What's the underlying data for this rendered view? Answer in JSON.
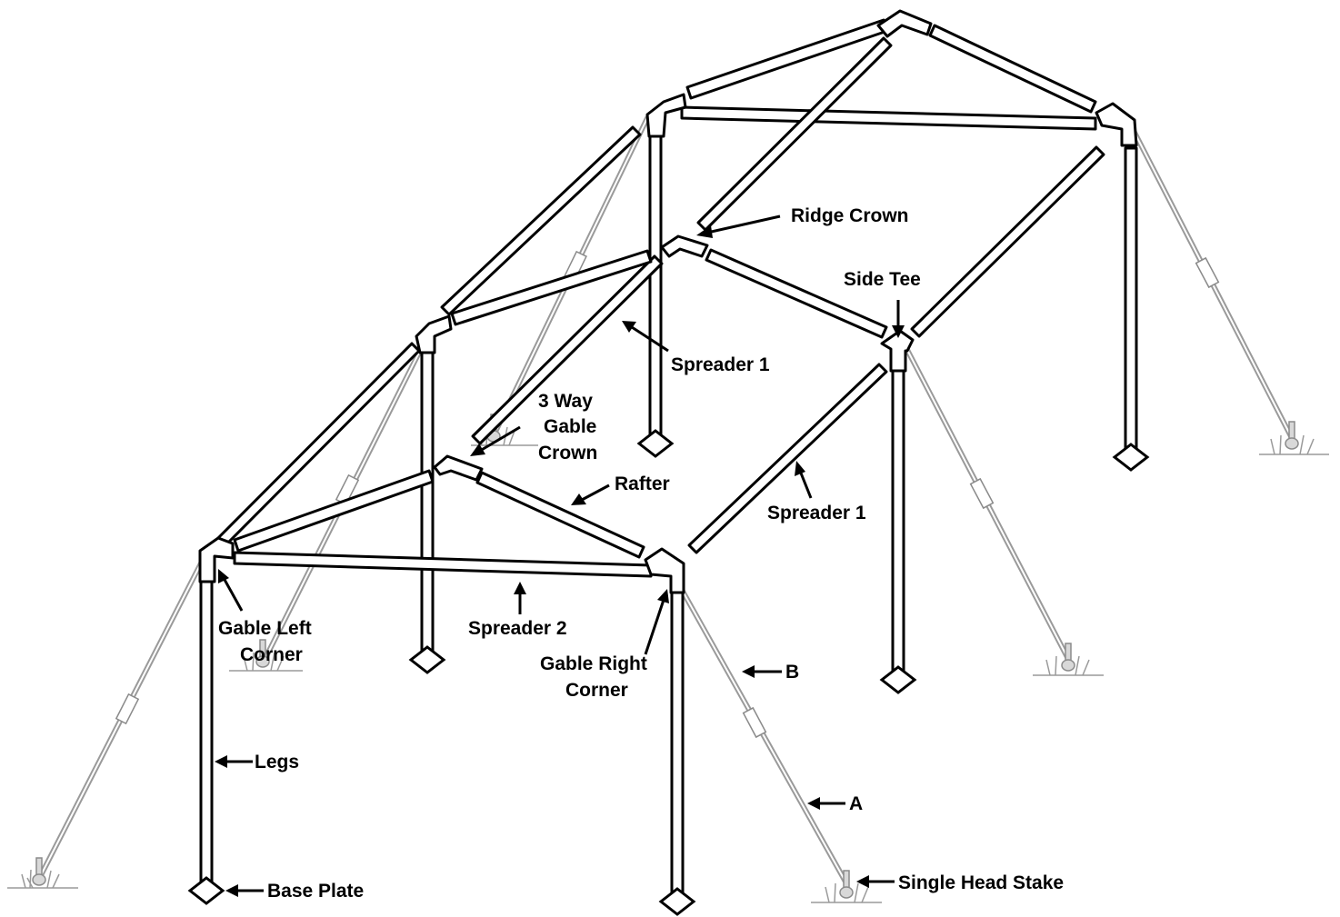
{
  "labels": {
    "ridge_crown": "Ridge Crown",
    "side_tee": "Side Tee",
    "spreader_1_top": "Spreader 1",
    "three_way_line1": "3 Way",
    "three_way_line2": "Gable",
    "three_way_line3": "Crown",
    "rafter": "Rafter",
    "spreader_1_right": "Spreader 1",
    "gable_left_line1": "Gable Left",
    "gable_left_line2": "Corner",
    "spreader_2": "Spreader 2",
    "gable_right_line1": "Gable Right",
    "gable_right_line2": "Corner",
    "b": "B",
    "legs": "Legs",
    "a": "A",
    "base_plate": "Base Plate",
    "single_head_stake": "Single Head Stake"
  },
  "colors": {
    "frame": "#000000",
    "guy_rope": "#9a9a9a",
    "background": "#ffffff"
  }
}
